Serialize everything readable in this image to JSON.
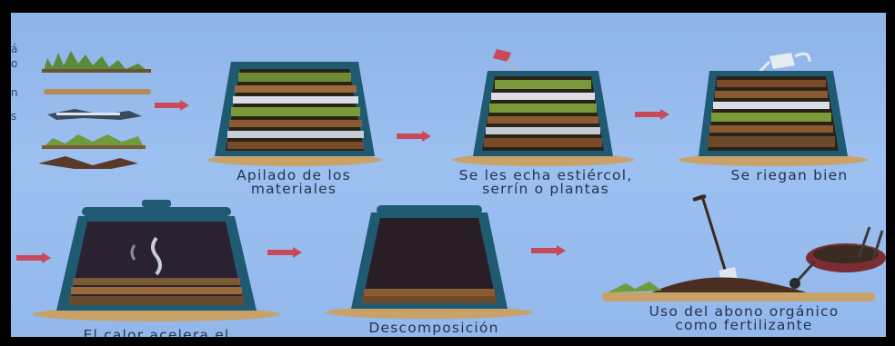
{
  "captions": {
    "step1": [
      "Apilado de los",
      "materiales"
    ],
    "step2": [
      "Se les echa estiércol,",
      "serrín o plantas"
    ],
    "step3": [
      "Se riegan bien"
    ],
    "step4": [
      "El calor acelera el"
    ],
    "step5": [
      "Descomposición"
    ],
    "step6": [
      "Uso del abono orgánico",
      "como fertilizante"
    ]
  },
  "colors": {
    "background": "#9cc0f0",
    "bin": "#1f5a72",
    "arrow": "#c84a5a",
    "text": "#24344f"
  },
  "icons": [
    "arrow-right-icon",
    "compost-bin-icon",
    "watering-can-icon",
    "shovel-icon",
    "wheelbarrow-icon"
  ]
}
